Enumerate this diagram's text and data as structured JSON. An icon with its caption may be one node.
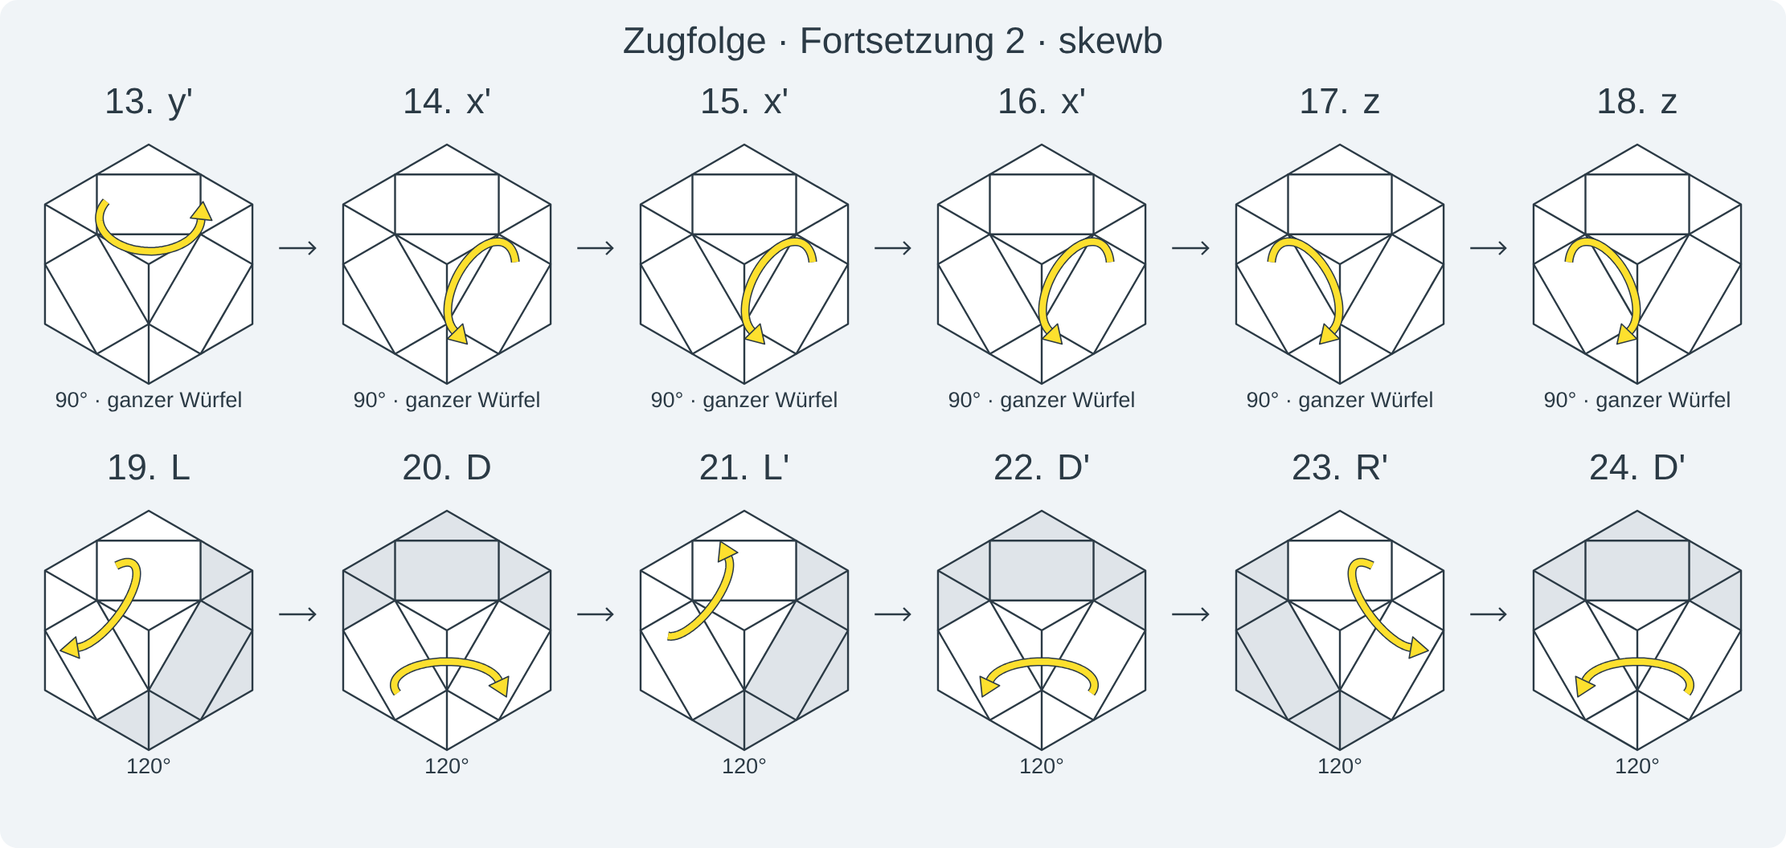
{
  "diagram": {
    "title": "Zugfolge · Fortsetzung 2 · skewb",
    "nodes": [
      {
        "text": [
          "13. y'"
        ],
        "beside": [
          "90° · ganzer Würfel"
        ]
      },
      {
        "text": [
          "14. x'"
        ],
        "beside": [
          "90° · ganzer Würfel"
        ]
      },
      {
        "text": [
          "15. x'"
        ],
        "beside": [
          "90° · ganzer Würfel"
        ]
      },
      {
        "text": [
          "16. x'"
        ],
        "beside": [
          "90° · ganzer Würfel"
        ]
      },
      {
        "text": [
          "17. z"
        ],
        "beside": [
          "90° · ganzer Würfel"
        ]
      },
      {
        "text": [
          "18. z"
        ],
        "beside": [
          "90° · ganzer Würfel"
        ]
      },
      {
        "text": [
          "19. L"
        ],
        "beside": [
          "120°"
        ]
      },
      {
        "text": [
          "20. D"
        ],
        "beside": [
          "120°"
        ]
      },
      {
        "text": [
          "21. L'"
        ],
        "beside": [
          "120°"
        ]
      },
      {
        "text": [
          "22. D'"
        ],
        "beside": [
          "120°"
        ]
      },
      {
        "text": [
          "23. R'"
        ],
        "beside": [
          "120°"
        ]
      },
      {
        "text": [
          "24. D'"
        ],
        "beside": [
          "120°"
        ]
      }
    ],
    "edges": [
      {
        "from": 0,
        "to": 1,
        "arrow": "to"
      },
      {
        "from": 1,
        "to": 2,
        "arrow": "to"
      },
      {
        "from": 2,
        "to": 3,
        "arrow": "to"
      },
      {
        "from": 3,
        "to": 4,
        "arrow": "to"
      },
      {
        "from": 4,
        "to": 5,
        "arrow": "to"
      },
      {
        "from": 6,
        "to": 7,
        "arrow": "to"
      },
      {
        "from": 7,
        "to": 8,
        "arrow": "to"
      },
      {
        "from": 8,
        "to": 9,
        "arrow": "to"
      },
      {
        "from": 9,
        "to": 10,
        "arrow": "to"
      },
      {
        "from": 10,
        "to": 11,
        "arrow": "to"
      }
    ]
  }
}
